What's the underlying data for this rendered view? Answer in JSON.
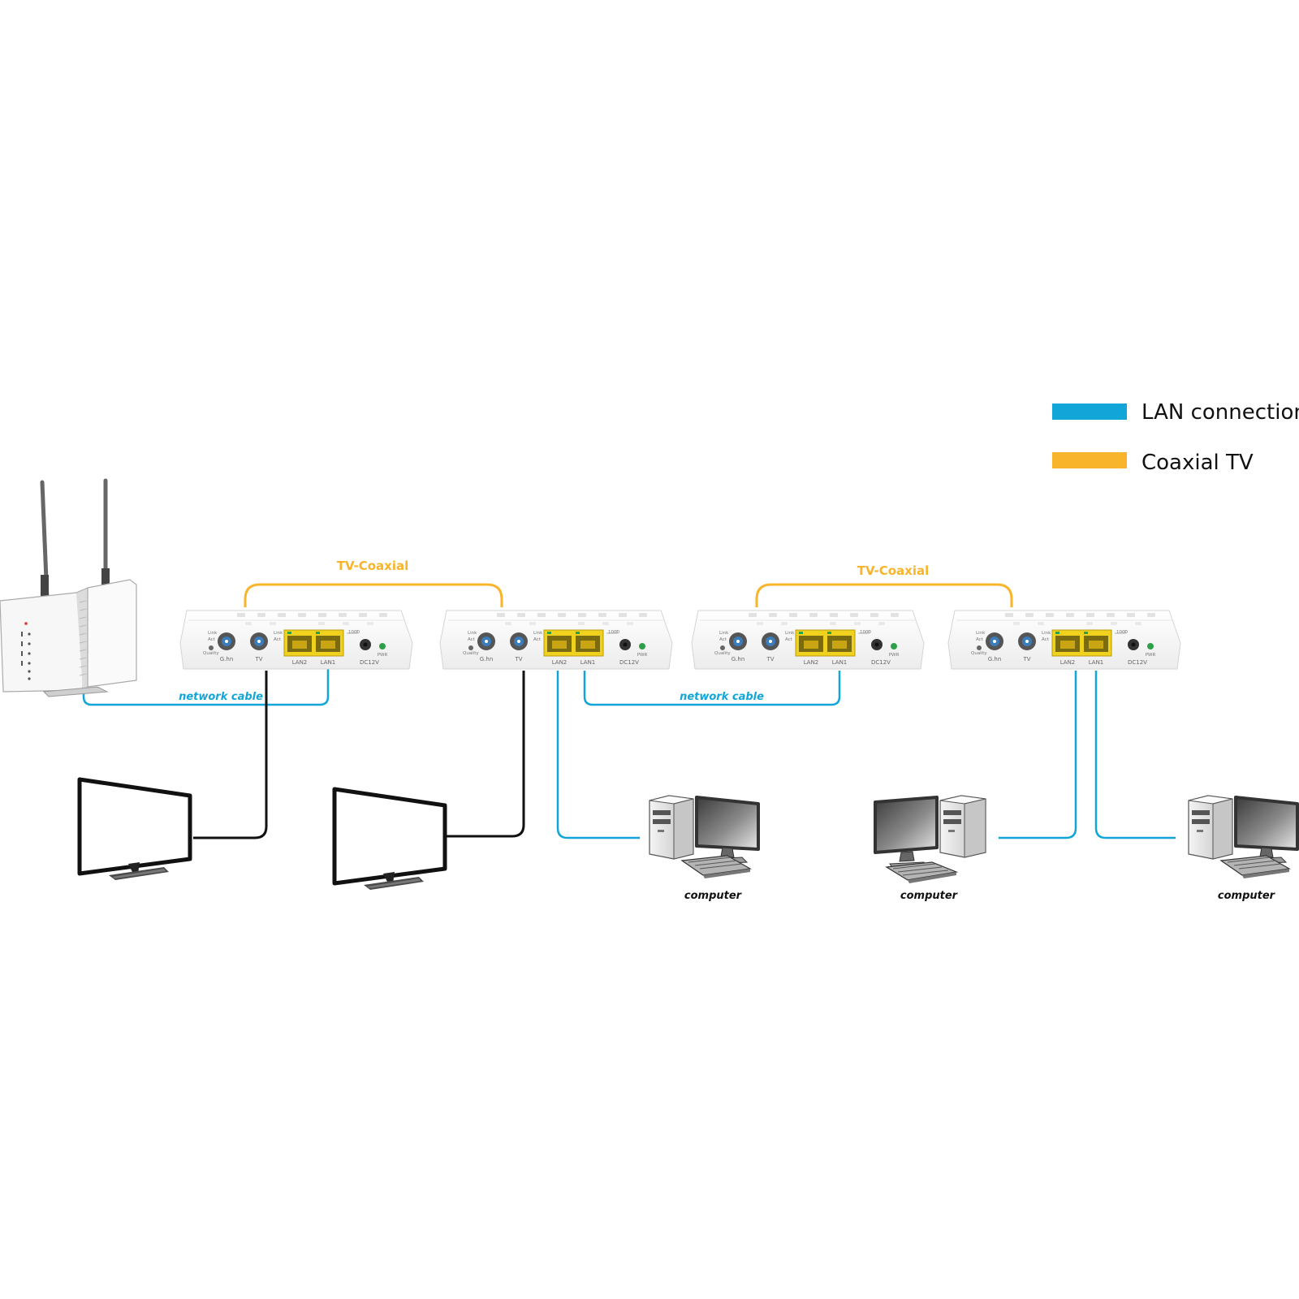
{
  "colors": {
    "lan": "#12a6d8",
    "coax": "#f8b42a",
    "tv_cable": "#111111",
    "port_yellow": "#f0d21e",
    "led_green": "#2fa04a"
  },
  "legend": {
    "lan_label": "LAN connection",
    "coax_label": "Coaxial TV"
  },
  "coax_links": [
    {
      "label": "TV-Coaxial"
    },
    {
      "label": "TV-Coaxial"
    }
  ],
  "network_cables": [
    {
      "label": "network cable"
    },
    {
      "label": "network cable"
    }
  ],
  "adapter_ports": {
    "ghn": "G.hn",
    "tv": "TV",
    "lan2": "LAN2",
    "lan1": "LAN1",
    "dc": "DC12V",
    "pwr": "PWR",
    "link": "Link",
    "act": "Act",
    "quality": "Quality",
    "gig": "1000"
  },
  "devices": {
    "router": {
      "icon": "wifi-router-icon"
    },
    "adapters": [
      {
        "icon": "ghn-adapter-icon"
      },
      {
        "icon": "ghn-adapter-icon"
      },
      {
        "icon": "ghn-adapter-icon"
      },
      {
        "icon": "ghn-adapter-icon"
      }
    ],
    "tvs": [
      {
        "icon": "tv-icon"
      },
      {
        "icon": "tv-icon"
      }
    ],
    "computers": [
      {
        "label": "computer",
        "icon": "desktop-computer-icon"
      },
      {
        "label": "computer",
        "icon": "desktop-computer-icon"
      },
      {
        "label": "computer",
        "icon": "desktop-computer-icon"
      }
    ]
  }
}
